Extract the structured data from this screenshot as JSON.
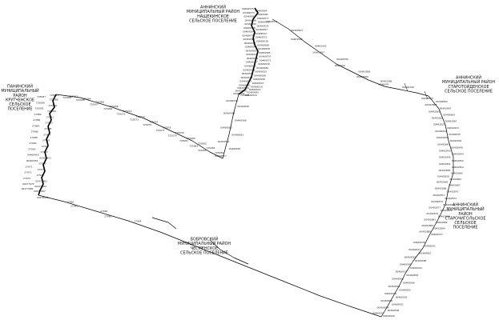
{
  "areas": [
    {
      "id": "annino-nashchekino",
      "lines": [
        "АННИНСКИЙ",
        "МУНИЦИПАЛЬНЫЙ РАЙОН",
        "НАЩЕКИНСКОЕ",
        "СЕЛЬСКОЕ ПОСЕЛЕНИЕ"
      ]
    },
    {
      "id": "panino-krutchenskoe",
      "lines": [
        "ПАНИНСКИЙ",
        "МУНИЦИПАЛЬНЫЙ",
        "РАЙОН",
        "КРУТЧЕНСКОЕ",
        "СЕЛЬСКОЕ",
        "ПОСЕЛЕНИЕ"
      ]
    },
    {
      "id": "annino-starotoyda-1",
      "lines": [
        "АННИНСКИЙ",
        "МУНИЦИПАЛЬНЫЙ РАЙОН",
        "СТАРОТОЙДЕНСКОЕ",
        "СЕЛЬСКОЕ ПОСЕЛЕНИЕ"
      ]
    },
    {
      "id": "annino-starochigolskoe",
      "lines": [
        "АННИНСКИЙ",
        "МУНИЦИПАЛЬНЫЙ",
        "РАЙОН",
        "СТАРОЧИГОЛЬСКОЕ",
        "СЕЛЬСКОЕ",
        "ПОСЕЛЕНИЕ"
      ]
    },
    {
      "id": "bobrov-chesmenskoe",
      "lines": [
        "БОБРОВСКИЙ",
        "МУНИЦИПАЛЬНЫЙ РАЙОН",
        "ЧЕСМЕНСКОЕ",
        "СЕЛЬСКОЕ ПОСЕЛЕНИЕ"
      ]
    }
  ],
  "point_labels": [
    "00469535",
    "00469584",
    "00469573",
    "00469580",
    "00469593",
    "00469577",
    "00469566",
    "00469572",
    "00469599",
    "00469574",
    "00469578",
    "00469597",
    "00469594",
    "00469522",
    "00469576",
    "00469571",
    "00469513",
    "00469538",
    "00469591",
    "00469568",
    "00469543",
    "00469558",
    "00469587",
    "00469585",
    "00469528",
    "00469570",
    "00469550",
    "00469571",
    "00469527",
    "00469536",
    "00469563",
    "00469586",
    "00469539",
    "00469525",
    "00469546",
    "00469588",
    "00469533",
    "00469598",
    "00469541",
    "00469527",
    "00469561",
    "00469519",
    "00469556",
    "00469514",
    "00469510",
    "00469545",
    "00469551",
    "00469516",
    "00469531",
    "00469507",
    "00463593",
    "00463592",
    "00463597",
    "00463590",
    "0046359",
    "00463588",
    "00463580",
    "00463586",
    "0046470",
    "00469796",
    "00492860",
    "00492862",
    "00492863",
    "00492807",
    "00492865",
    "00492869",
    "00492818",
    "00492867",
    "00492821",
    "00492823",
    "00492824",
    "00492835",
    "00492836",
    "00492830",
    "00492841",
    "00492840",
    "00492843",
    "00492844",
    "00492845",
    "00492852",
    "00492851",
    "00492854",
    "00492856",
    "00492860",
    "00492858",
    "00492862",
    "00492865",
    "00492867",
    "00492868",
    "00492870",
    "00492871",
    "00492872",
    "00492874",
    "00492876",
    "00492877",
    "00492878",
    "00492879",
    "00492880",
    "00492881",
    "00492882",
    "00492883",
    "00492884",
    "00492885",
    "00469537",
    "00469538",
    "00469541",
    "00469547",
    "00469582",
    "00469583",
    "00469585",
    "00469589",
    "00469594",
    "00469537",
    "00469558",
    "00469566",
    "00469568",
    "00469544",
    "00469505",
    "00469508",
    "00469502",
    "00469500",
    "00469501",
    "00469504",
    "00469506",
    "00469507",
    "00469509",
    "00468517",
    "00469587",
    "00469585",
    "00469583",
    "00469582",
    "00469586",
    "00469588",
    "00469540",
    "00469548",
    "725060",
    "725061",
    "725062",
    "725063",
    "725064",
    "725065",
    "725066",
    "725067",
    "725068",
    "725069",
    "725070",
    "725071",
    "725072",
    "725073",
    "725074",
    "725075",
    "725076",
    "725077",
    "725078",
    "725079",
    "725080",
    "725081",
    "725082",
    "725083",
    "725084",
    "725085",
    "725086",
    "725087",
    "725088",
    "725089",
    "725090",
    "725091",
    "725092",
    "27980",
    "27981",
    "27982",
    "27983",
    "27984",
    "27985",
    "27986",
    "27987",
    "27988",
    "27989",
    "27990",
    "27991",
    "27992",
    "27993",
    "00469450",
    "00469451",
    "00469452",
    "27970",
    "27971",
    "27972",
    "27973",
    "27974",
    "27975",
    "00477681",
    "00477679",
    "00477683",
    "00477685",
    "00477687",
    "00478045",
    "27960",
    "27961",
    "27962",
    "27963",
    "27964"
  ]
}
